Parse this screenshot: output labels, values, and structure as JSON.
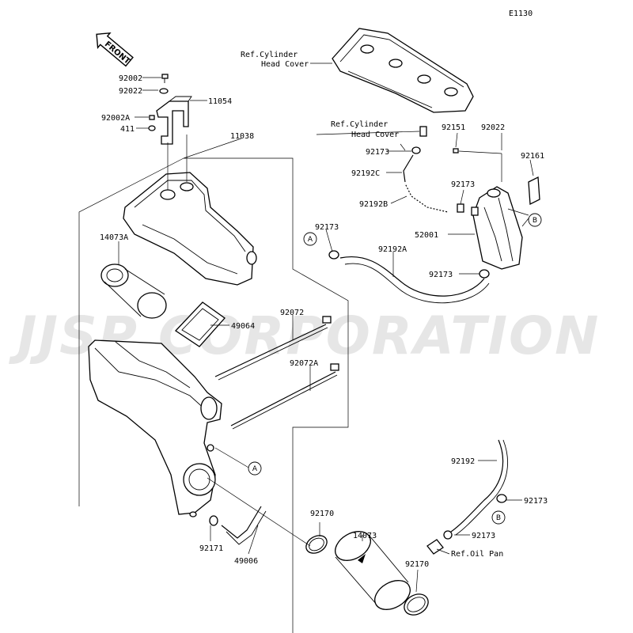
{
  "diagram_code": "E1130",
  "watermark": "JJSP CORPORATION",
  "front_marker": "FRONT",
  "callouts": {
    "a": "A",
    "b": "B"
  },
  "references": {
    "cyl_head_cover_1_line1": "Ref.Cylinder",
    "cyl_head_cover_1_line2": "Head Cover",
    "cyl_head_cover_2_line1": "Ref.Cylinder",
    "cyl_head_cover_2_line2": "Head Cover",
    "oil_pan": "Ref.Oil Pan"
  },
  "part_numbers": {
    "p92002": "92002",
    "p92022_left": "92022",
    "p11054": "11054",
    "p92002A": "92002A",
    "p411": "411",
    "p11038": "11038",
    "p14073A": "14073A",
    "p49064": "49064",
    "p92072": "92072",
    "p92072A": "92072A",
    "p92173_a": "92173",
    "p92192A": "92192A",
    "p92151": "92151",
    "p92022_right": "92022",
    "p92161": "92161",
    "p92173_b": "92173",
    "p92192C": "92192C",
    "p92173_c": "92173",
    "p92192B": "92192B",
    "p52001": "52001",
    "p92173_d": "92173",
    "p92192": "92192",
    "p92173_e": "92173",
    "p92173_f": "92173",
    "p92170_left": "92170",
    "p14073": "14073",
    "p92170_right": "92170",
    "p92171": "92171",
    "p49006": "49006"
  }
}
